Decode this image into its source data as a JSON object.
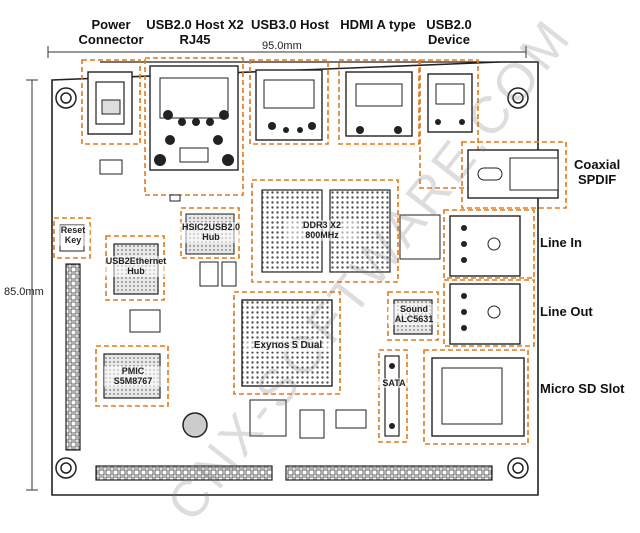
{
  "labels": {
    "power_connector": "Power\nConnector",
    "usb20_host_x2": "USB2.0 Host X2\nRJ45",
    "usb30_host": "USB3.0 Host",
    "hdmi_a_type": "HDMI A type",
    "usb20_device": "USB2.0\nDevice",
    "coaxial_spdif": "Coaxial\nSPDIF",
    "line_in": "Line In",
    "line_out": "Line Out",
    "micro_sd_slot": "Micro SD Slot",
    "reset_key": "Reset\nKey",
    "hsic2usb_hub": "HSIC2USB2.0\nHub",
    "ddr3": "DDR3 X2\n800MHz",
    "usb2ethernet_hub": "USB2Ethernet\nHub",
    "sound_alc5631": "Sound\nALC5631",
    "pmic": "PMIC\nS5M8767",
    "exynos": "Exynos 5 Dual",
    "sata": "SATA"
  },
  "dimensions": {
    "width": "95.0mm",
    "height": "85.0mm"
  },
  "watermark": "CNX-SOFTWARE.COM",
  "colors": {
    "highlight": "#e07b1a",
    "board_line": "#222222",
    "chip_fill": "#d9d9d9"
  }
}
